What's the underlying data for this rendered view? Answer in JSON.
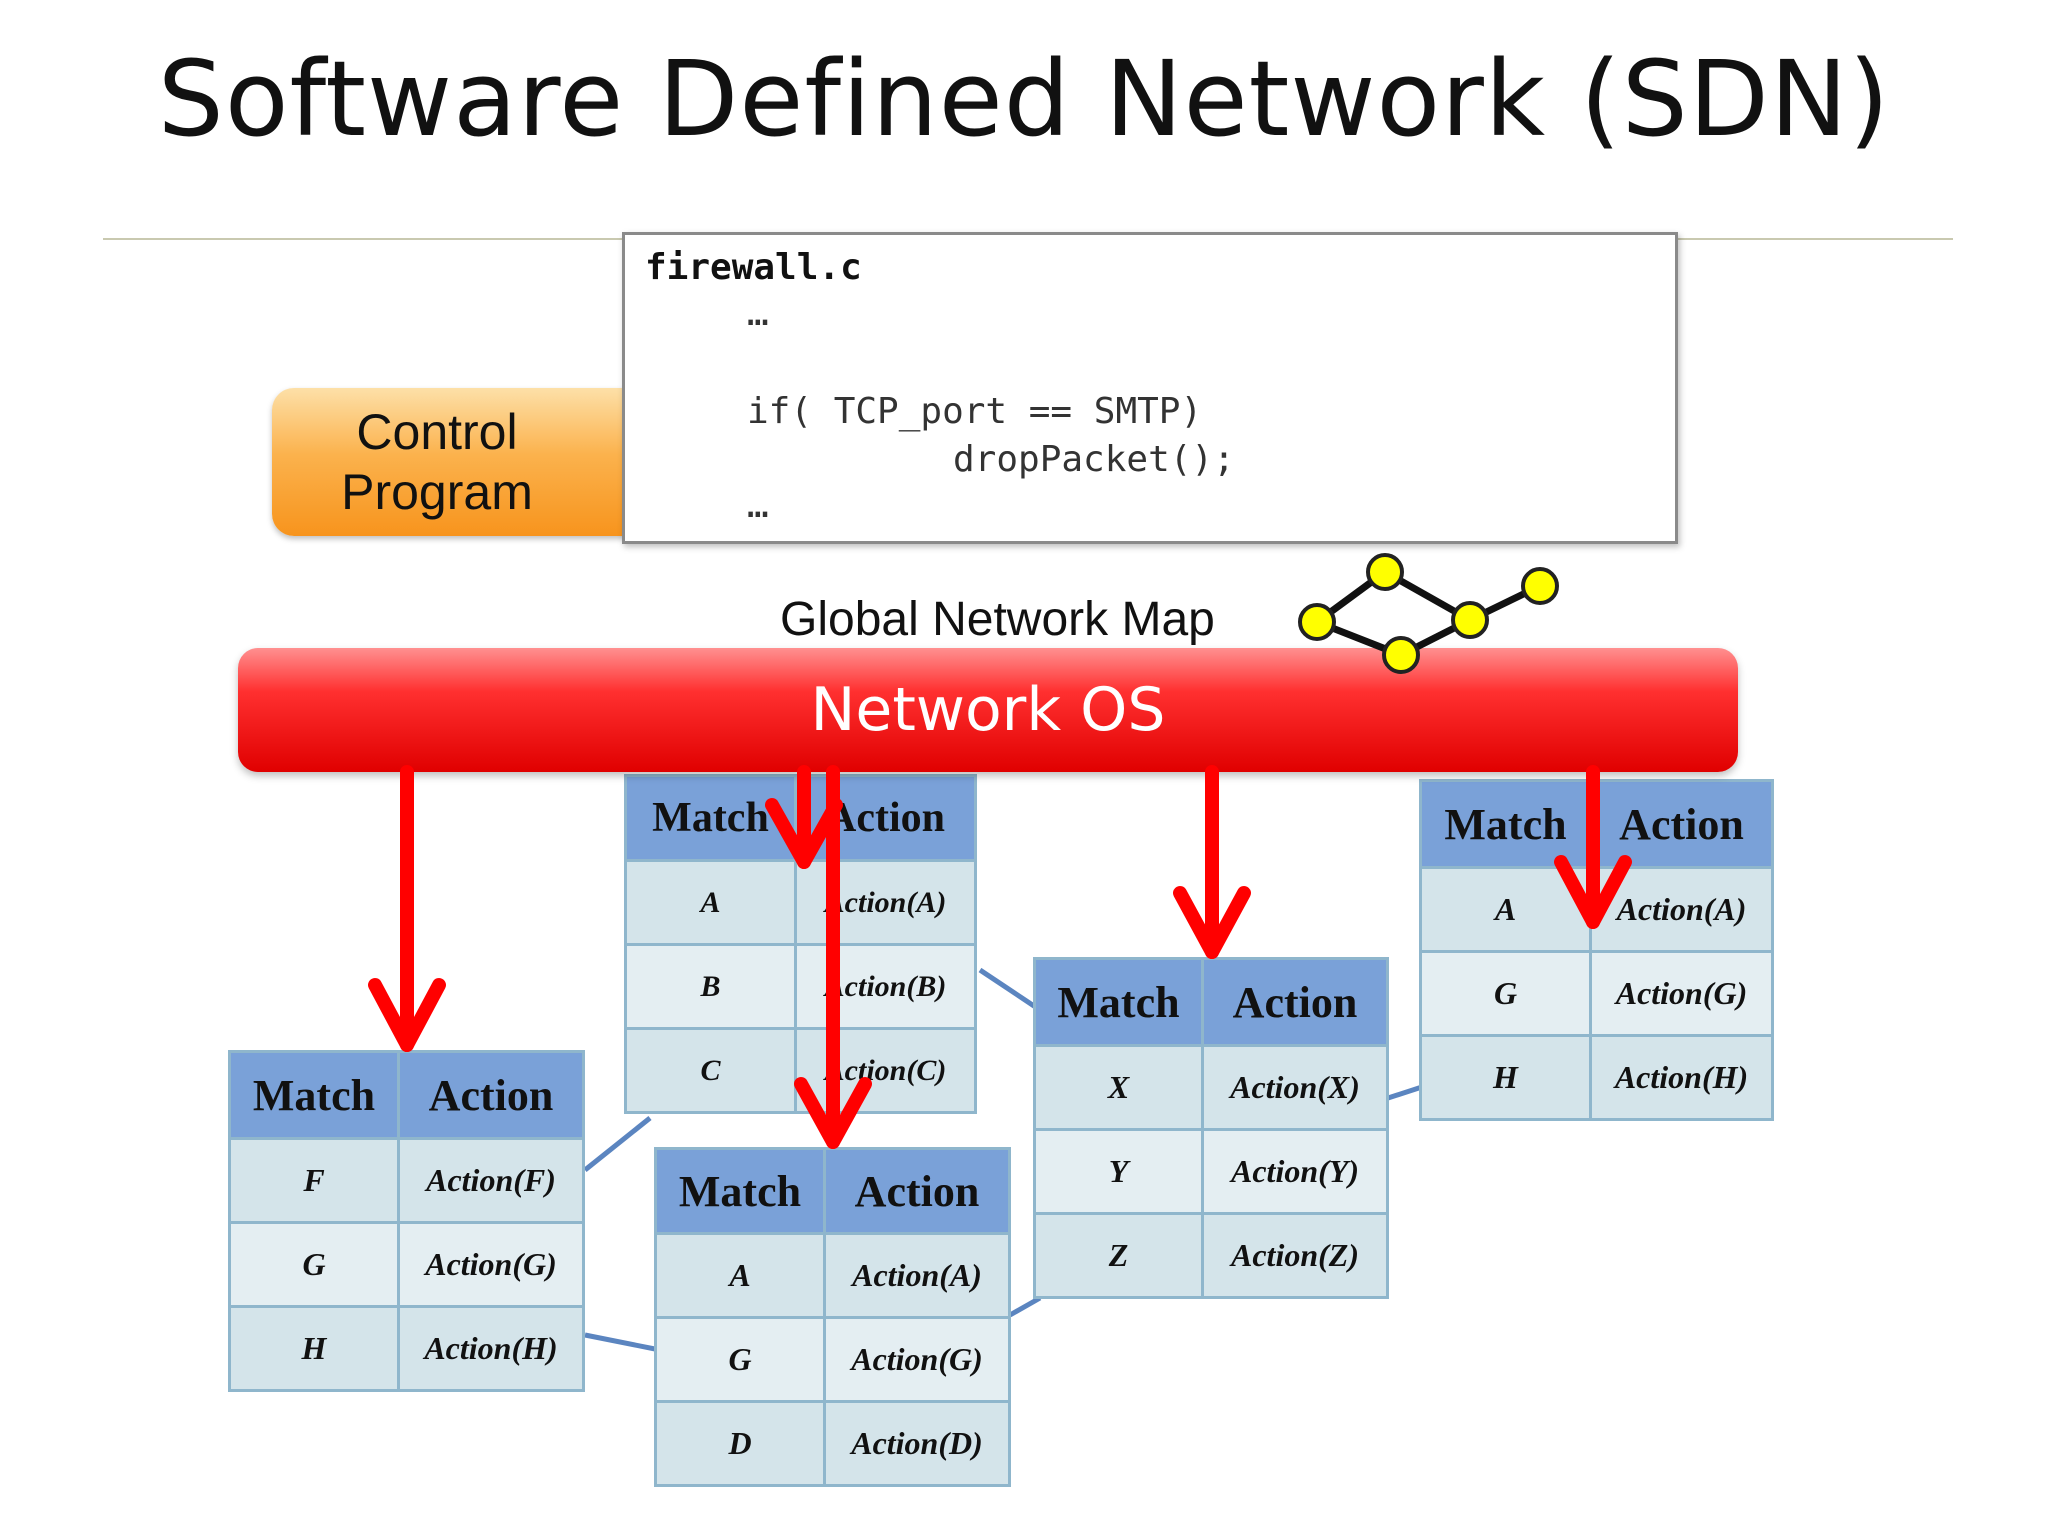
{
  "slide": {
    "title": "Software Defined Network (SDN)"
  },
  "control_program": {
    "line1": "Control",
    "line2": "Program"
  },
  "code": {
    "filename": "firewall.c",
    "ellipsis1": "…",
    "condition": "if( TCP_port == SMTP)",
    "statement": "dropPacket();",
    "ellipsis2": "…"
  },
  "global_network_map": {
    "label": "Global Network Map"
  },
  "network_os": {
    "label": "Network OS"
  },
  "colors": {
    "control_program": "#f7941d",
    "network_os": "#e00000",
    "arrow": "#ff0000",
    "table_header": "#7aa1d8",
    "table_cell": "#d4e4ea",
    "map_node": "#ffff00"
  },
  "tables": [
    {
      "header": {
        "match": "Match",
        "action": "Action"
      },
      "rows": [
        {
          "match": "F",
          "action": "Action(F)"
        },
        {
          "match": "G",
          "action": "Action(G)"
        },
        {
          "match": "H",
          "action": "Action(H)"
        }
      ]
    },
    {
      "header": {
        "match": "Match",
        "action": "Action"
      },
      "rows": [
        {
          "match": "A",
          "action": "Action(A)"
        },
        {
          "match": "B",
          "action": "Action(B)"
        },
        {
          "match": "C",
          "action": "Action(C)"
        }
      ]
    },
    {
      "header": {
        "match": "Match",
        "action": "Action"
      },
      "rows": [
        {
          "match": "A",
          "action": "Action(A)"
        },
        {
          "match": "G",
          "action": "Action(G)"
        },
        {
          "match": "D",
          "action": "Action(D)"
        }
      ]
    },
    {
      "header": {
        "match": "Match",
        "action": "Action"
      },
      "rows": [
        {
          "match": "X",
          "action": "Action(X)"
        },
        {
          "match": "Y",
          "action": "Action(Y)"
        },
        {
          "match": "Z",
          "action": "Action(Z)"
        }
      ]
    },
    {
      "header": {
        "match": "Match",
        "action": "Action"
      },
      "rows": [
        {
          "match": "A",
          "action": "Action(A)"
        },
        {
          "match": "G",
          "action": "Action(G)"
        },
        {
          "match": "H",
          "action": "Action(H)"
        }
      ]
    }
  ]
}
